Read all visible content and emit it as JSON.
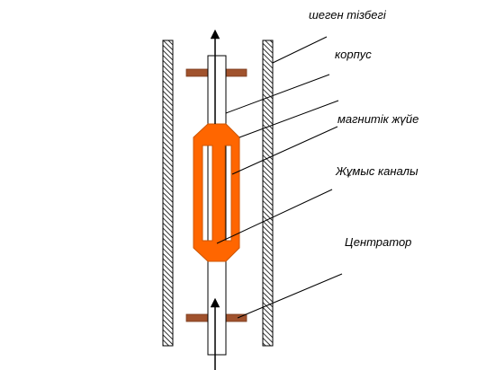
{
  "labels": {
    "casing_string": "шеген тізбегі",
    "housing": "корпус",
    "magnetic_system": "магнитік жүйе",
    "working_channel": "Жұмыс каналы",
    "centrator": "Центратор"
  },
  "colors": {
    "magnet": "#ff6600",
    "magnet_edge": "#cc5500",
    "centrator": "#a0522d",
    "hatch": "#000000",
    "line": "#000000"
  }
}
